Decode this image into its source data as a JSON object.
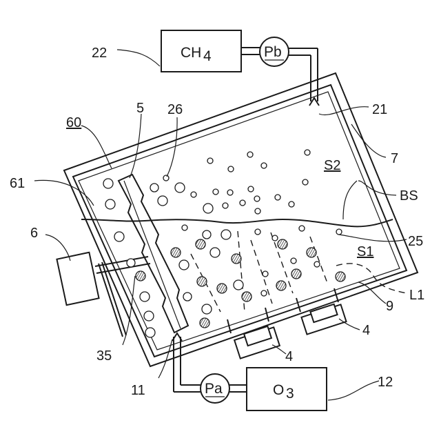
{
  "labels": {
    "ch4_box": "CH",
    "ch4_sub": "4",
    "o3_box": "O",
    "o3_sub": "3",
    "pb": "Pb",
    "pa": "Pa",
    "n22": "22",
    "n21": "21",
    "n7": "7",
    "n60": "60",
    "n5": "5",
    "n26": "26",
    "s2": "S2",
    "n61": "61",
    "bs": "BS",
    "n6": "6",
    "n25": "25",
    "s1": "S1",
    "l1": "L1",
    "n9": "9",
    "n4a": "4",
    "n4b": "4",
    "n35": "35",
    "n11": "11",
    "n12": "12"
  }
}
